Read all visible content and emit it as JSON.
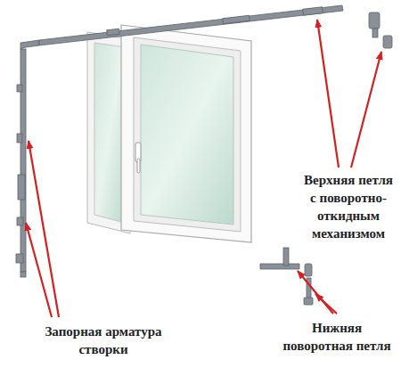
{
  "diagram": {
    "labels": [
      "Верхняя петля с поворотно-откидным механизмом",
      "Запорная арматура створки",
      "Нижняя поворотная петля"
    ]
  }
}
